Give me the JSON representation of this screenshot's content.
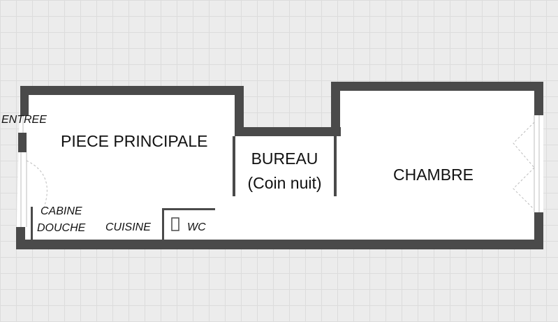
{
  "plan": {
    "wall_color": "#4a4a4a",
    "floor_color": "#ffffff",
    "background_color": "#ececec",
    "rooms": {
      "entree": "ENTREE",
      "piece_principale": "PIECE PRINCIPALE",
      "bureau_line1": "BUREAU",
      "bureau_line2": "(Coin nuit)",
      "chambre": "CHAMBRE",
      "cabine_line1": "CABINE",
      "cabine_line2": "DOUCHE",
      "cuisine": "CUISINE",
      "wc": "WC"
    }
  }
}
